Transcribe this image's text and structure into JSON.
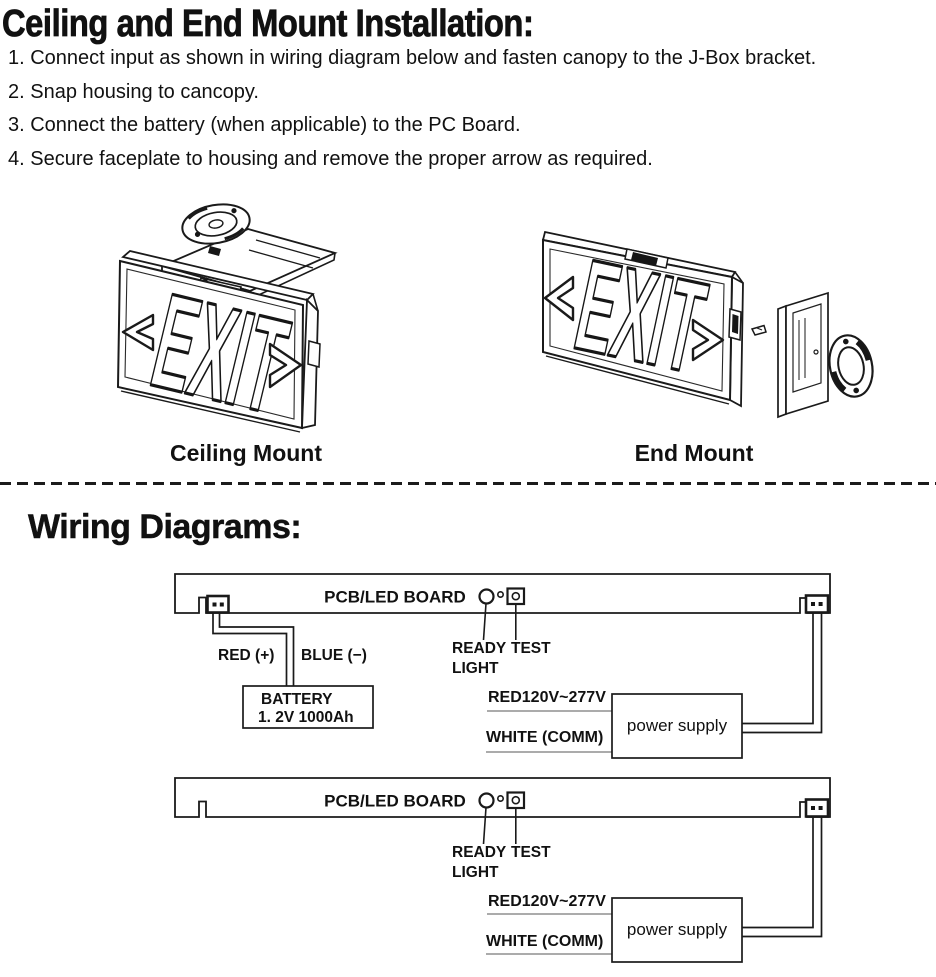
{
  "page": {
    "title": "Ceiling and End Mount Installation:"
  },
  "instructions": [
    "1. Connect input as shown in wiring diagram below and fasten canopy to the J-Box bracket.",
    "2. Snap housing to cancopy.",
    "3. Connect the battery (when applicable) to the PC Board.",
    "4. Secure faceplate to housing and remove the proper arrow as required."
  ],
  "figures": {
    "sign_text": "EXIT",
    "ceiling_label": "Ceiling Mount",
    "end_label": "End Mount"
  },
  "wiring": {
    "heading": "Wiring Diagrams:",
    "pcb_label": "PCB/LED BOARD",
    "ready_line1": "READY",
    "ready_line2": "LIGHT",
    "test_label": "TEST",
    "red_dc_label": "RED (+)",
    "blue_dc_label": "BLUE (−)",
    "battery_line1": "BATTERY",
    "battery_line2": "1. 2V  1000Ah",
    "ac_red_label": "RED120V~277V",
    "ac_white_label": "WHITE (COMM)",
    "power_supply_label": "power supply"
  },
  "colors": {
    "ink": "#111111",
    "background": "#ffffff"
  }
}
